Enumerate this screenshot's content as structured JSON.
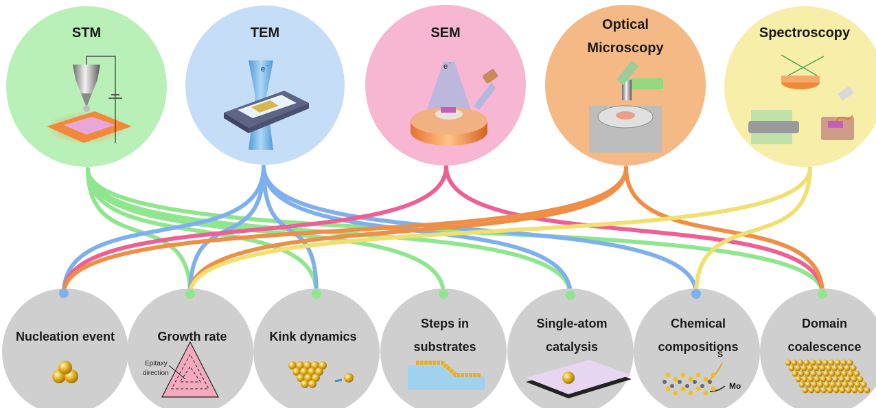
{
  "techniques": [
    {
      "id": "stm",
      "lines": [
        "STM"
      ],
      "color": "#b8f0b8",
      "line_color": "#8fe68f"
    },
    {
      "id": "tem",
      "lines": [
        "TEM"
      ],
      "color": "#c6ddf7",
      "line_color": "#7fb0ee"
    },
    {
      "id": "sem",
      "lines": [
        "SEM"
      ],
      "color": "#f7b6d2",
      "line_color": "#ee5f93"
    },
    {
      "id": "optical",
      "lines": [
        "Optical",
        "Microscopy"
      ],
      "color": "#f5b985",
      "line_color": "#ef8f45"
    },
    {
      "id": "spectroscopy",
      "lines": [
        "Spectroscopy"
      ],
      "color": "#f7eeaa",
      "line_color": "#f0e070"
    }
  ],
  "phenomena": [
    {
      "id": "nucleation",
      "lines": [
        "Nucleation event"
      ]
    },
    {
      "id": "growth",
      "lines": [
        "Growth rate"
      ]
    },
    {
      "id": "kink",
      "lines": [
        "Kink dynamics"
      ]
    },
    {
      "id": "steps",
      "lines": [
        "Steps in",
        "substrates"
      ]
    },
    {
      "id": "single-atom",
      "lines": [
        "Single-atom",
        "catalysis"
      ]
    },
    {
      "id": "chemical",
      "lines": [
        "Chemical",
        "compositions"
      ]
    },
    {
      "id": "domain",
      "lines": [
        "Domain",
        "coalescence"
      ]
    }
  ],
  "links": [
    {
      "from": "stm",
      "to": [
        "growth",
        "kink",
        "steps",
        "single-atom",
        "domain"
      ]
    },
    {
      "from": "tem",
      "to": [
        "nucleation",
        "growth",
        "kink",
        "single-atom",
        "chemical"
      ]
    },
    {
      "from": "sem",
      "to": [
        "nucleation",
        "domain"
      ]
    },
    {
      "from": "optical",
      "to": [
        "nucleation",
        "growth",
        "domain"
      ]
    },
    {
      "from": "spectroscopy",
      "to": [
        "growth",
        "chemical"
      ]
    }
  ],
  "inline_labels": {
    "electron": "e",
    "electron_sup": "-",
    "epitaxy": "Epitaxy",
    "direction": "direction",
    "sulfur": "S",
    "molybdenum": "Mo"
  }
}
